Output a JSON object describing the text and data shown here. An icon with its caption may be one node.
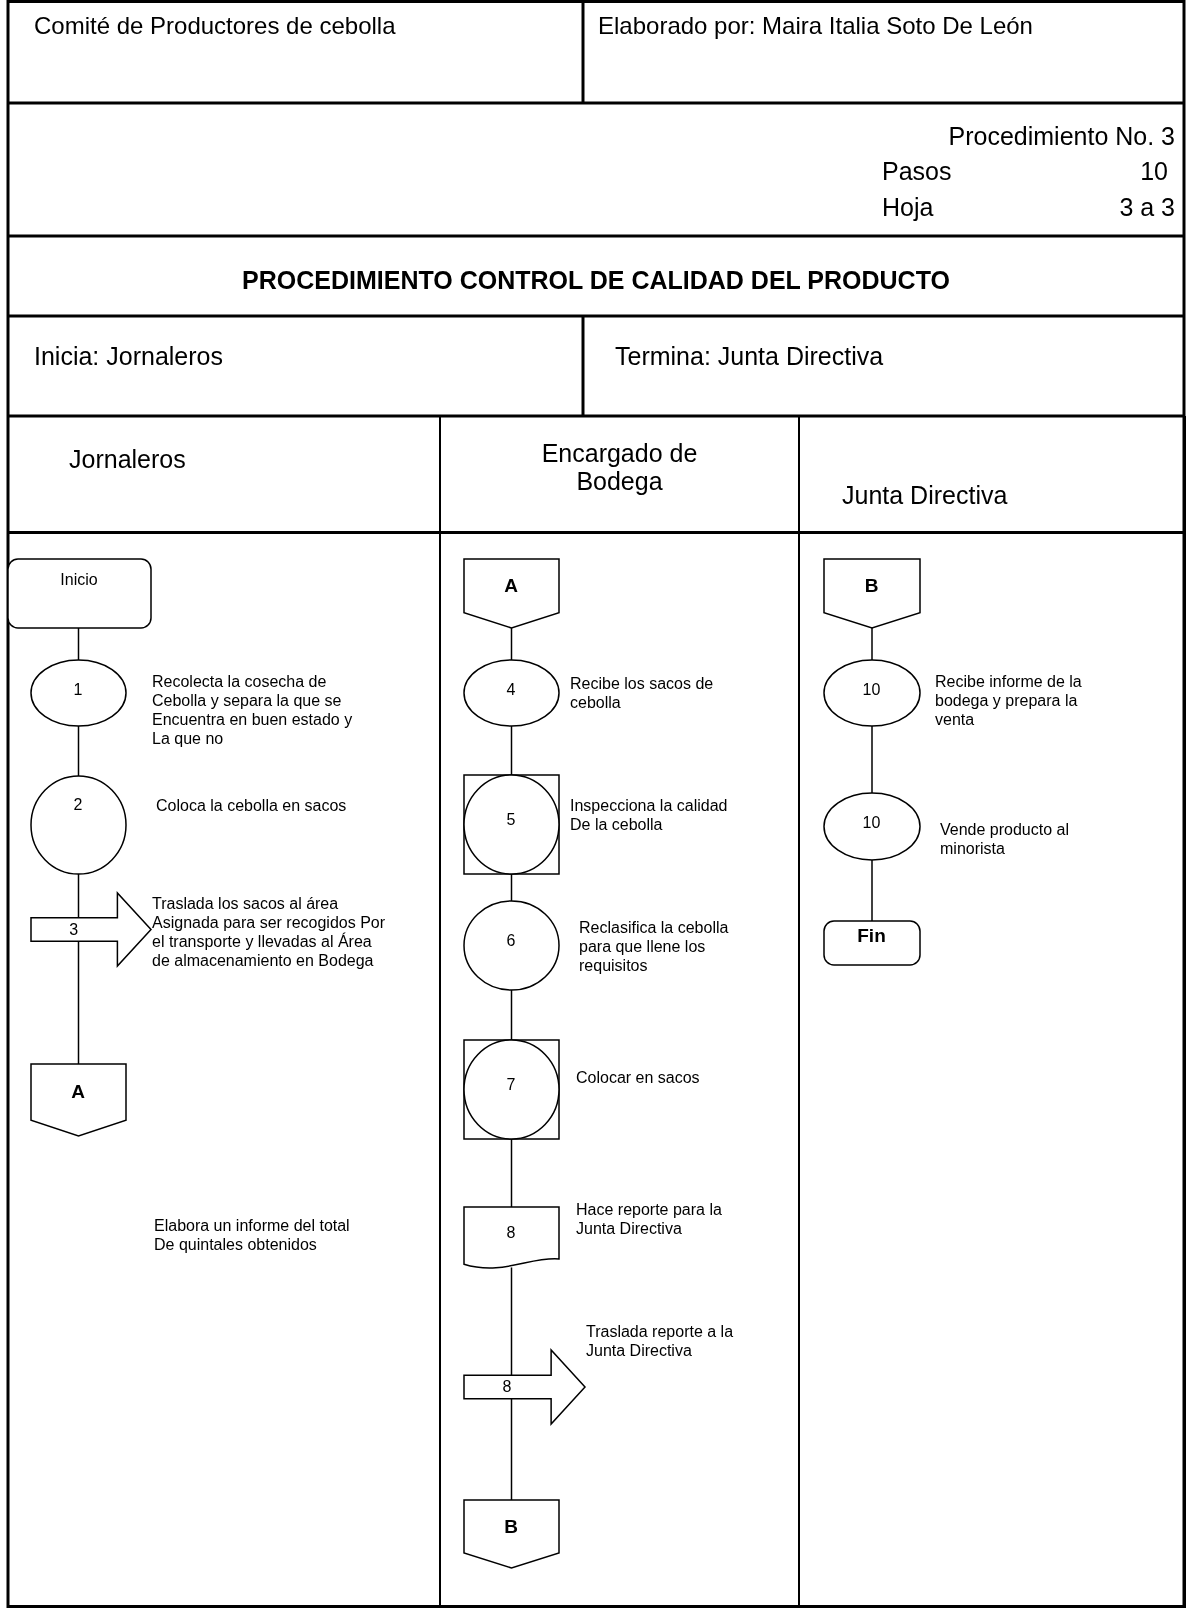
{
  "diagram": {
    "title": "PROCEDIMIENTO CONTROL DE CALIDAD DEL PRODUCTO",
    "nodes": [
      {
        "text": [
          "Jornaleros"
        ]
      },
      {
        "text": [
          "Encargado de Bodega"
        ]
      },
      {
        "text": [
          "Junta Directiva"
        ]
      },
      {
        "text": [
          "Inicio"
        ],
        "in": 0
      },
      {
        "text": [
          "1"
        ],
        "in": 0,
        "beside": [
          "Recolecta la cosecha de Cebolla y separa la que se Encuentra en buen estado y La que no"
        ]
      },
      {
        "text": [
          "2"
        ],
        "in": 0,
        "beside": [
          "Coloca la cebolla en sacos"
        ]
      },
      {
        "text": [
          "3"
        ],
        "in": 0,
        "beside": [
          "Traslada los sacos al área Asignada para ser recogidos Por el transporte y llevadas al Área de almacenamiento en Bodega"
        ]
      },
      {
        "text": [
          "A"
        ],
        "in": 0
      },
      {
        "text": [
          "A"
        ],
        "in": 1
      },
      {
        "text": [
          "4"
        ],
        "in": 1,
        "beside": [
          "Recibe los sacos de cebolla"
        ]
      },
      {
        "text": [
          "5"
        ],
        "in": 1,
        "beside": [
          "Inspecciona la calidad De la cebolla"
        ]
      },
      {
        "text": [
          "6"
        ],
        "in": 1,
        "beside": [
          "Reclasifica la cebolla para que llene los requisitos"
        ]
      },
      {
        "text": [
          "7"
        ],
        "in": 1,
        "beside": [
          "Colocar en sacos"
        ]
      },
      {
        "text": [
          "8"
        ],
        "in": 1,
        "beside": [
          "Hace reporte para la Junta Directiva"
        ]
      },
      {
        "text": [
          "8"
        ],
        "in": 1,
        "beside": [
          "Traslada reporte a la Junta Directiva"
        ]
      },
      {
        "text": [
          "B"
        ],
        "in": 1
      },
      {
        "text": [
          "B"
        ],
        "in": 2
      },
      {
        "text": [
          "10"
        ],
        "in": 2,
        "beside": [
          "Recibe informe de la bodega y prepara la venta"
        ]
      },
      {
        "text": [
          "10"
        ],
        "in": 2,
        "beside": [
          "Vende producto al minorista"
        ]
      },
      {
        "text": [
          "Fin"
        ],
        "in": 2
      }
    ],
    "edges": [
      {
        "from": 3,
        "to": 4,
        "arrow": "none"
      },
      {
        "from": 4,
        "to": 5,
        "arrow": "none"
      },
      {
        "from": 5,
        "to": 6,
        "arrow": "none"
      },
      {
        "from": 6,
        "to": 7,
        "arrow": "none"
      },
      {
        "from": 8,
        "to": 9,
        "arrow": "none"
      },
      {
        "from": 9,
        "to": 10,
        "arrow": "none"
      },
      {
        "from": 10,
        "to": 11,
        "arrow": "none"
      },
      {
        "from": 11,
        "to": 12,
        "arrow": "none"
      },
      {
        "from": 12,
        "to": 13,
        "arrow": "none"
      },
      {
        "from": 13,
        "to": 14,
        "arrow": "none"
      },
      {
        "from": 14,
        "to": 15,
        "arrow": "none"
      },
      {
        "from": 16,
        "to": 17,
        "arrow": "none"
      },
      {
        "from": 17,
        "to": 18,
        "arrow": "none"
      },
      {
        "from": 18,
        "to": 19,
        "arrow": "none"
      }
    ],
    "labels": [
      "Comité de Productores de cebolla",
      "Elaborado por: Maira Italia Soto De León",
      "Procedimiento No. 3",
      "Pasos",
      "10",
      "Hoja",
      "3 a 3",
      "Inicia: Jornaleros",
      "Termina: Junta Directiva",
      "Elabora un informe del total De quintales obtenidos"
    ]
  }
}
